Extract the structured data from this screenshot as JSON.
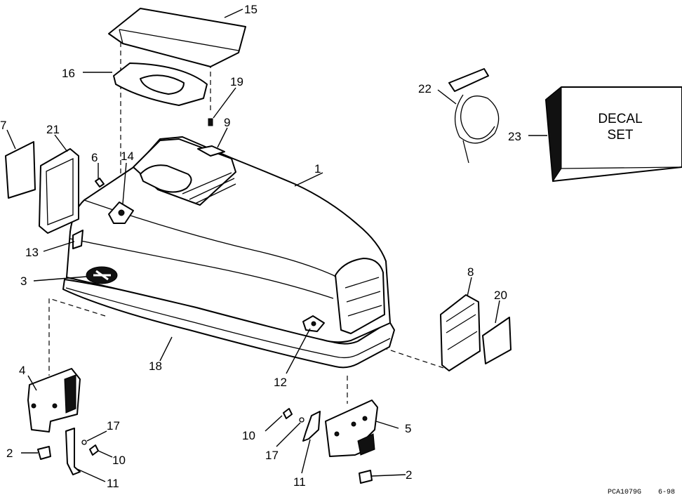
{
  "labels": {
    "l1": "1",
    "l2a": "2",
    "l2b": "2",
    "l3": "3",
    "l4": "4",
    "l5": "5",
    "l6": "6",
    "l7": "7",
    "l8": "8",
    "l9": "9",
    "l10a": "10",
    "l10b": "10",
    "l11a": "11",
    "l11b": "11",
    "l12": "12",
    "l13": "13",
    "l14": "14",
    "l15": "15",
    "l16": "16",
    "l17a": "17",
    "l17b": "17",
    "l18": "18",
    "l19": "19",
    "l20": "20",
    "l21": "21",
    "l22": "22",
    "l23": "23"
  },
  "decal_box": {
    "line1": "DECAL",
    "line2": "SET"
  },
  "footer": {
    "code": "PCA1079G",
    "date": "6-98"
  }
}
